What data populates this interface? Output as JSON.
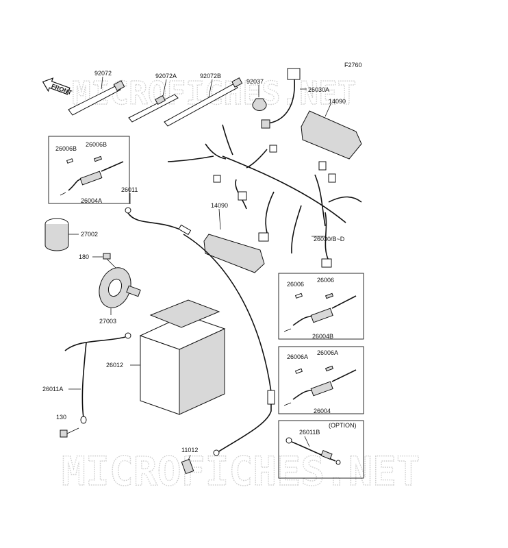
{
  "figure_code": "F2760",
  "front_arrow_label": "FRONT",
  "watermark": "MICROFICHES.NET",
  "option_label": "(OPTION)",
  "parts": {
    "p92072": "92072",
    "p92072A": "92072A",
    "p92072B": "92072B",
    "p92037": "92037",
    "p26030A": "26030A",
    "p14090_top": "14090",
    "p14090_mid": "14090",
    "p26006B_1": "26006B",
    "p26006B_2": "26006B",
    "p26004A": "26004A",
    "p26011": "26011",
    "p27002": "27002",
    "p180": "180",
    "p27003": "27003",
    "p26030BD": "26030/B~D",
    "p26006_1": "26006",
    "p26006_2": "26006",
    "p26004B": "26004B",
    "p26012": "26012",
    "p26011A": "26011A",
    "p130": "130",
    "p26006A_1": "26006A",
    "p26006A_2": "26006A",
    "p26004": "26004",
    "p26011B": "26011B",
    "p11012": "11012"
  }
}
